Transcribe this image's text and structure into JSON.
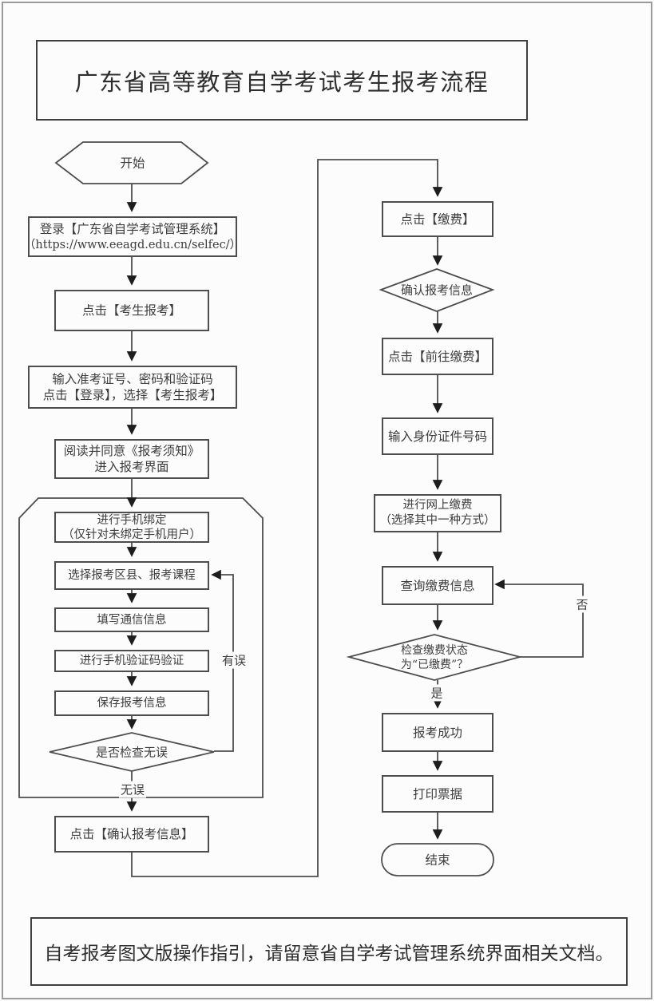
{
  "title": "广东省高等教育自学考试考生报考流程",
  "footer": "自考报考图文版操作指引，请留意省自学考试管理系统界面相关文档。",
  "left_column": {
    "start": "开始",
    "login_line1": "登录【广东省自学考试管理系统】",
    "login_line2": "（https://www.eeagd.edu.cn/selfec/）",
    "click_candidate_register": "点击【考生报考】",
    "enter_credentials_line1": "输入准考证号、密码和验证码",
    "enter_credentials_line2": "点击【登录】，选择【考生报考】",
    "read_notice_line1": "阅读并同意《报考须知》",
    "read_notice_line2": "进入报考界面",
    "bind_phone_line1": "进行手机绑定",
    "bind_phone_line2": "（仅针对未绑定手机用户）",
    "select_district_courses": "选择报考区县、报考课程",
    "fill_contact_info": "填写通信信息",
    "verify_sms_code": "进行手机验证码验证",
    "save_register_info": "保存报考信息",
    "check_decision": "是否检查无误",
    "confirm_register_info": "点击【确认报考信息】"
  },
  "right_column": {
    "click_pay": "点击【缴费】",
    "confirm_info_decision": "确认报考信息",
    "goto_pay": "点击【前往缴费】",
    "enter_id_number": "输入身份证件号码",
    "online_pay_line1": "进行网上缴费",
    "online_pay_line2": "（选择其中一种方式）",
    "query_pay_info": "查询缴费信息",
    "pay_status_line1": "检查缴费状态",
    "pay_status_line2": "为“已缴费”？",
    "register_success": "报考成功",
    "print_receipt": "打印票据",
    "end": "结束"
  },
  "edge_labels": {
    "correct": "无误",
    "incorrect": "有误",
    "yes": "是",
    "no": "否"
  },
  "colors": {
    "line": "#4d4d4d",
    "arrow": "#1d1d1d",
    "text": "#3d3d3d",
    "background": "#fcfcfc"
  }
}
